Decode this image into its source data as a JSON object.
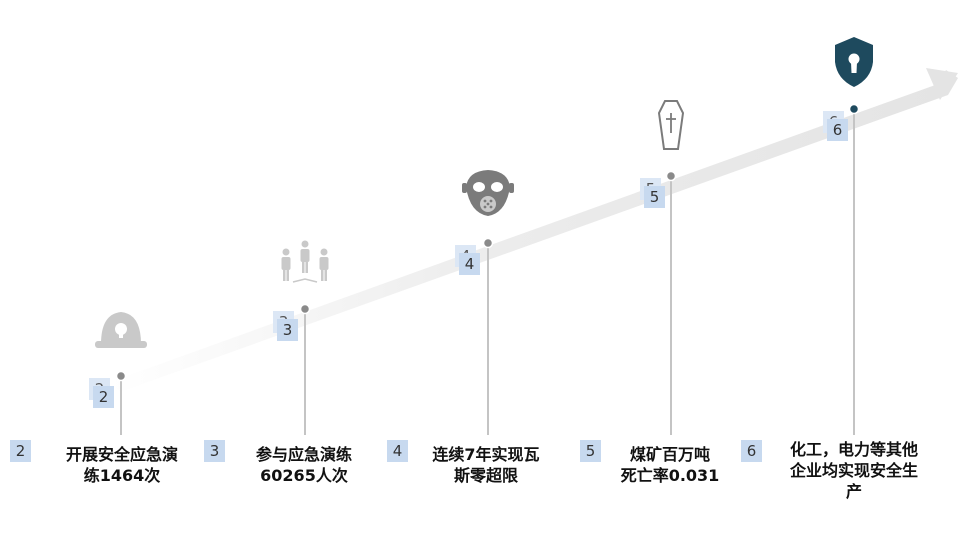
{
  "colors": {
    "accent": "#1e4a5e",
    "badge_fill": "#c7d9ef",
    "stem": "#c4c4c4",
    "icon_gray": "#c9c9c9",
    "icon_dark_gray": "#7b7b7b",
    "arrow": "#e9e9e9"
  },
  "milestones": [
    {
      "step": "2",
      "icon": "helmet-icon",
      "caption_lines": [
        "开展安全应急演",
        "练1464次"
      ]
    },
    {
      "step": "3",
      "icon": "people-icon",
      "caption_lines": [
        "参与应急演练",
        "60265人次"
      ]
    },
    {
      "step": "4",
      "icon": "gas-mask-icon",
      "caption_lines": [
        "连续7年实现瓦",
        "斯零超限"
      ]
    },
    {
      "step": "5",
      "icon": "coffin-icon",
      "caption_lines": [
        "煤矿百万吨",
        "死亡率0.031"
      ]
    },
    {
      "step": "6",
      "icon": "shield-lock-icon",
      "caption_lines": [
        "化工，电力等其他",
        "企业均实现安全生",
        "产"
      ]
    }
  ]
}
